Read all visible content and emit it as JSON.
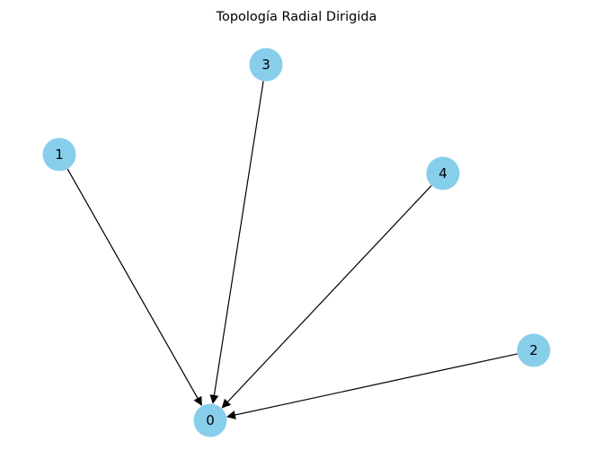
{
  "diagram": {
    "title": "Topología Radial Dirigida",
    "node_color": "#87CEEB",
    "edge_color": "#000000",
    "nodes": [
      {
        "id": "0",
        "label": "0"
      },
      {
        "id": "1",
        "label": "1"
      },
      {
        "id": "2",
        "label": "2"
      },
      {
        "id": "3",
        "label": "3"
      },
      {
        "id": "4",
        "label": "4"
      }
    ],
    "edges": [
      {
        "from": "1",
        "to": "0"
      },
      {
        "from": "3",
        "to": "0"
      },
      {
        "from": "4",
        "to": "0"
      },
      {
        "from": "2",
        "to": "0"
      }
    ]
  }
}
